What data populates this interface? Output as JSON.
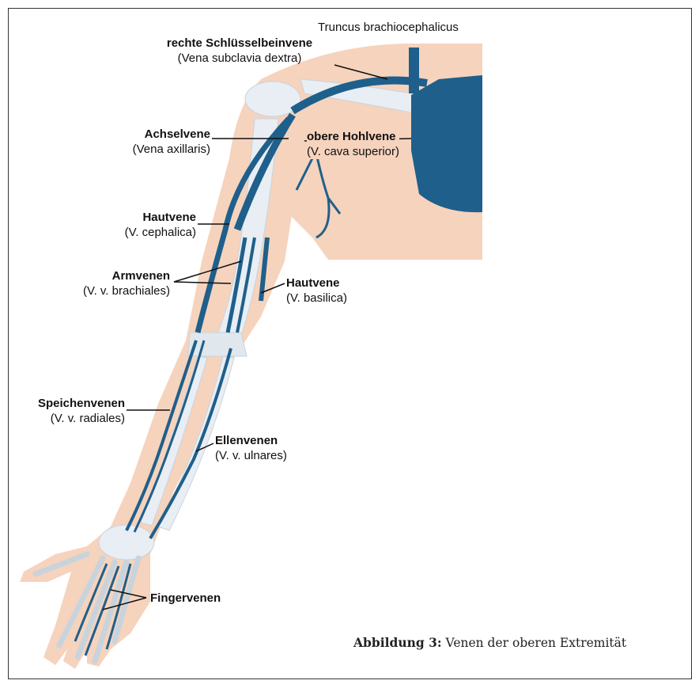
{
  "labels": {
    "truncus": {
      "name": "Truncus brachiocephalicus"
    },
    "subclavia": {
      "name": "rechte Schlüsselbeinvene",
      "latin": "(Vena subclavia dextra)"
    },
    "axillaris": {
      "name": "Achselvene",
      "latin": "(Vena axillaris)"
    },
    "cava": {
      "name": "obere Hohlvene",
      "latin": "(V. cava superior)"
    },
    "cephalica": {
      "name": "Hautvene",
      "latin": "(V. cephalica)"
    },
    "brachiales": {
      "name": "Armvenen",
      "latin": "(V. v. brachiales)"
    },
    "basilica": {
      "name": "Hautvene",
      "latin": "(V. basilica)"
    },
    "radiales": {
      "name": "Speichenvenen",
      "latin": "(V. v. radiales)"
    },
    "ulnares": {
      "name": "Ellenvenen",
      "latin": "(V. v. ulnares)"
    },
    "finger": {
      "name": "Fingervenen"
    }
  },
  "caption": {
    "label": "Abbildung 3:",
    "text": "Venen der oberen Extremität"
  },
  "colors": {
    "skin": "#f6d3bd",
    "vein": "#1f5f8b",
    "bone": "#dde6ee",
    "heart": "#e8766a"
  }
}
